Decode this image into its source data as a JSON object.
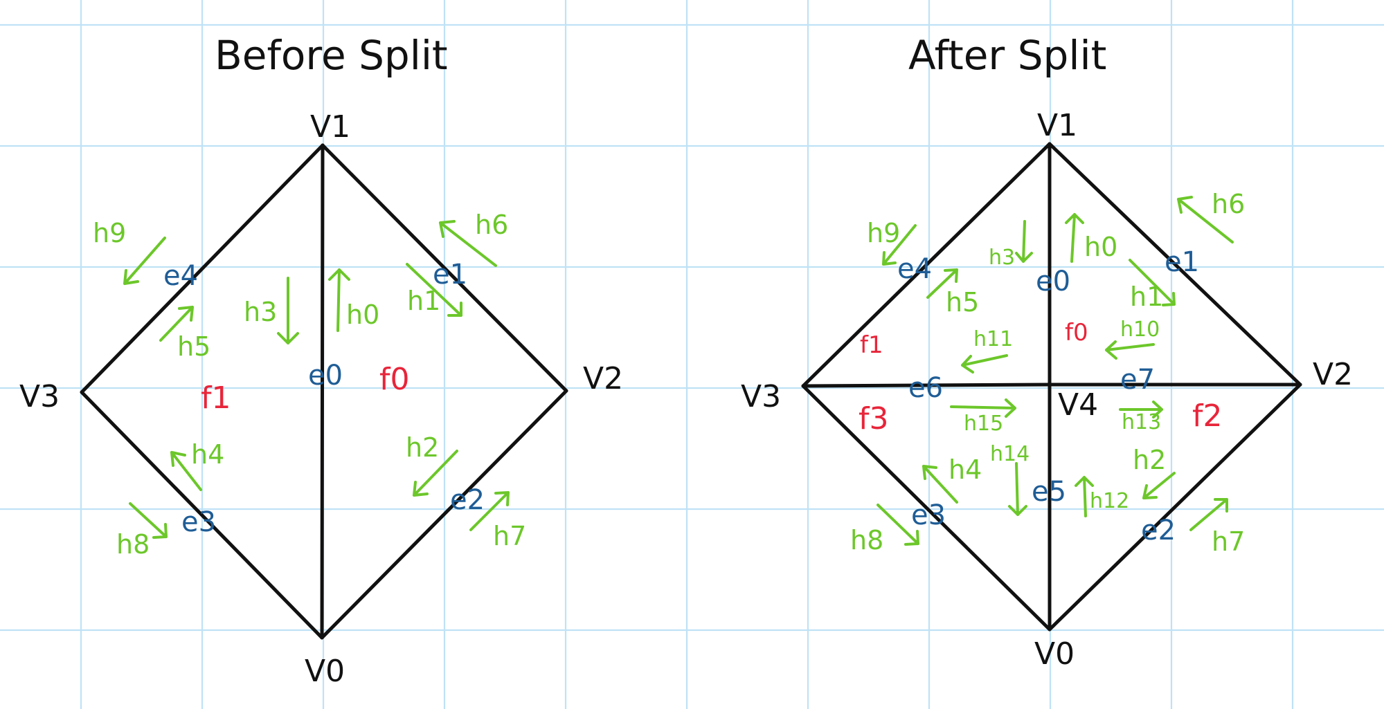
{
  "panels": {
    "before": {
      "title": "Before Split",
      "vertices": {
        "v0": "V0",
        "v1": "V1",
        "v2": "V2",
        "v3": "V3"
      },
      "edges": {
        "e0": "e0",
        "e1": "e1",
        "e2": "e2",
        "e3": "e3",
        "e4": "e4"
      },
      "faces": {
        "f0": "f0",
        "f1": "f1"
      },
      "halfedges": {
        "h0": "h0",
        "h1": "h1",
        "h2": "h2",
        "h3": "h3",
        "h4": "h4",
        "h5": "h5",
        "h6": "h6",
        "h7": "h7",
        "h8": "h8",
        "h9": "h9"
      }
    },
    "after": {
      "title": "After Split",
      "vertices": {
        "v0": "V0",
        "v1": "V1",
        "v2": "V2",
        "v3": "V3",
        "v4": "V4"
      },
      "edges": {
        "e0": "e0",
        "e1": "e1",
        "e2": "e2",
        "e3": "e3",
        "e4": "e4",
        "e5": "e5",
        "e6": "e6",
        "e7": "e7"
      },
      "faces": {
        "f0": "f0",
        "f1": "f1",
        "f2": "f2",
        "f3": "f3"
      },
      "halfedges": {
        "h0": "h0",
        "h1": "h1",
        "h2": "h2",
        "h3": "h3",
        "h4": "h4",
        "h5": "h5",
        "h6": "h6",
        "h7": "h7",
        "h8": "h8",
        "h9": "h9",
        "h10": "h10",
        "h11": "h11",
        "h12": "h12",
        "h13": "h13",
        "h14": "h14",
        "h15": "h15"
      }
    }
  },
  "colors": {
    "grid": "#bfe2f6",
    "mesh": "#111111",
    "halfedge": "#6cc72a",
    "edge": "#1f5d96",
    "face": "#e8253a"
  }
}
